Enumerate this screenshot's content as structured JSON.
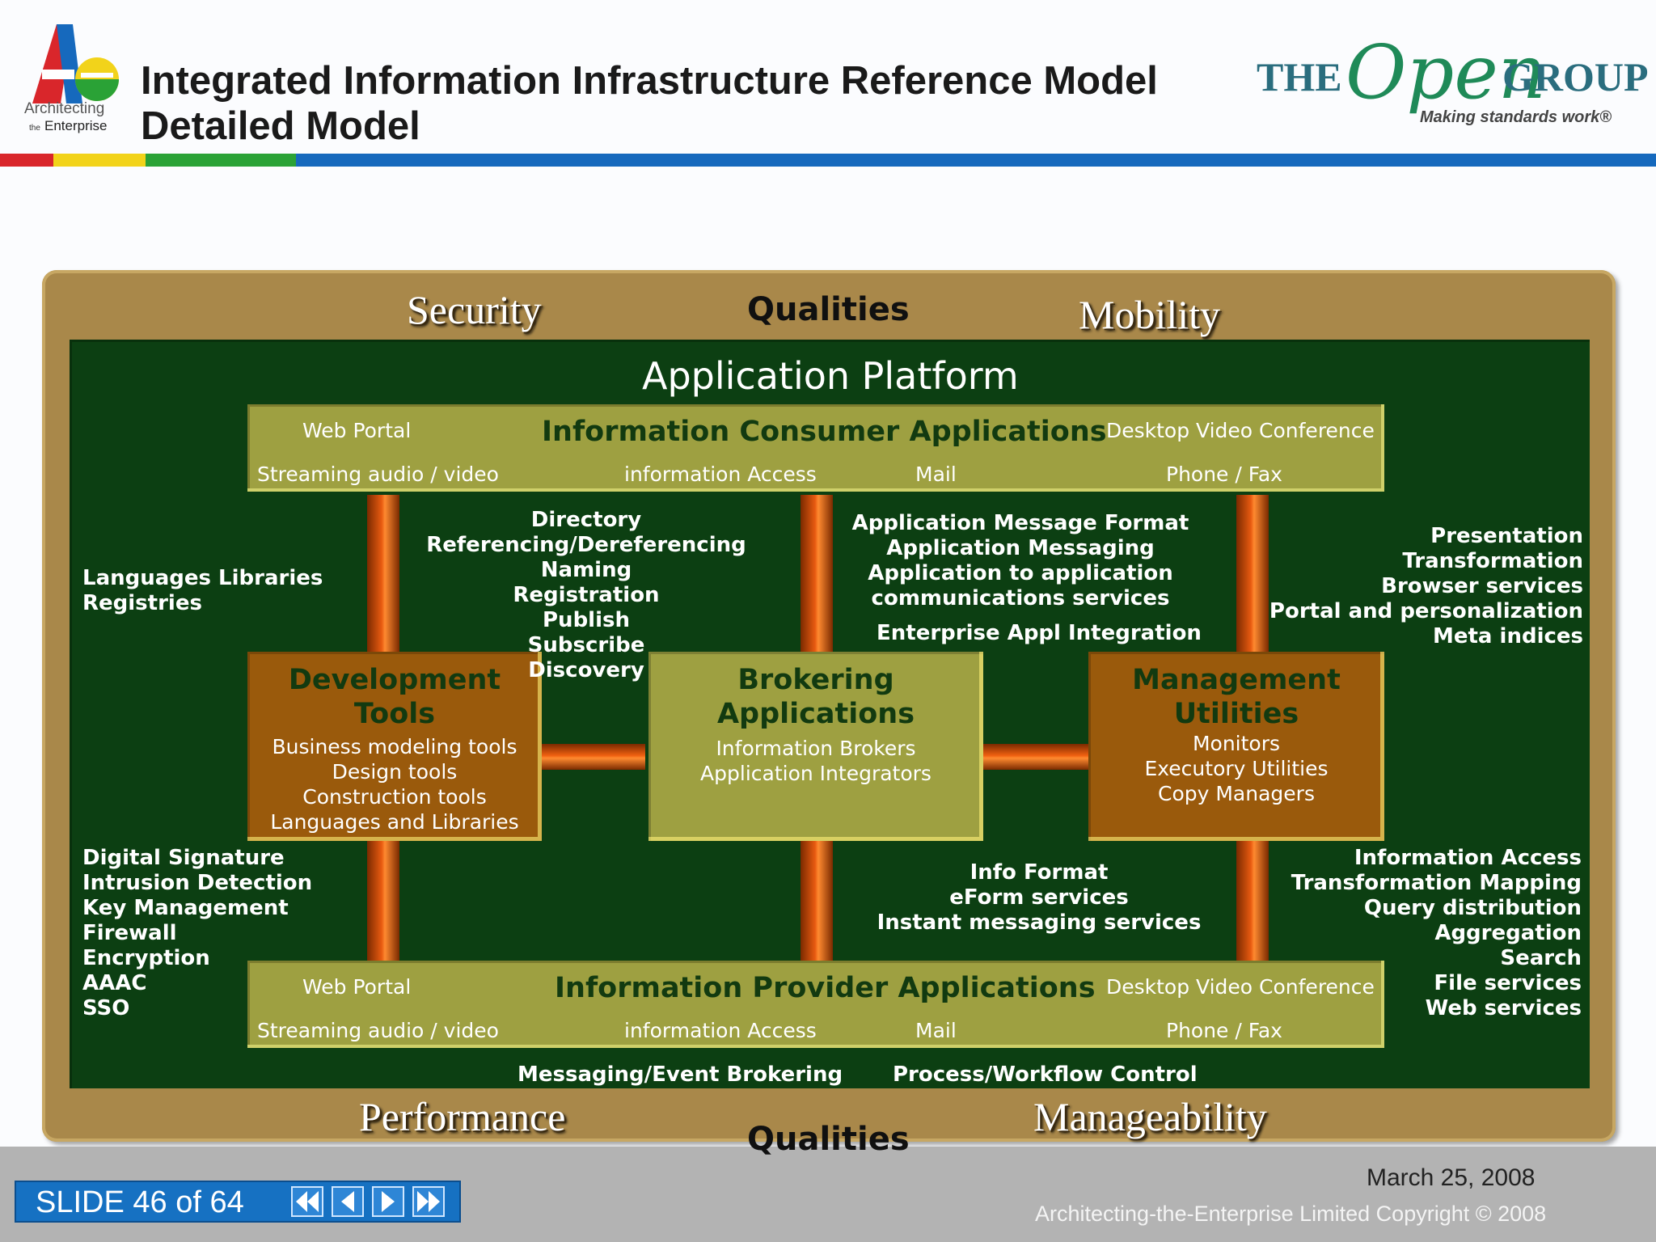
{
  "header": {
    "logo_text_line1": "Architecting",
    "logo_text_line2_small": "the",
    "logo_text_line2": "Enterprise",
    "title_line1": "Integrated Information Infrastructure Reference Model",
    "title_line2": "Detailed Model",
    "open_group_the": "THE",
    "open_group_open": "Open",
    "open_group_group": "GROUP",
    "open_group_tagline": "Making standards work®",
    "stripe_colors": [
      "#d9262b",
      "#f2d31a",
      "#2aa236",
      "#1669bd"
    ]
  },
  "qualities": {
    "top_left": "Security",
    "top_center": "Qualities",
    "top_right": "Mobility",
    "bottom_left": "Performance",
    "bottom_center": "Qualities",
    "bottom_right": "Manageability"
  },
  "platform_title": "Application Platform",
  "consumer_bar": {
    "title": "Information Consumer Applications",
    "item_tl": "Web Portal",
    "item_tr": "Desktop Video Conference",
    "item_b1": "Streaming audio / video",
    "item_b2": "information Access",
    "item_b3": "Mail",
    "item_b4": "Phone / Fax"
  },
  "provider_bar": {
    "title": "Information Provider Applications",
    "item_tl": "Web Portal",
    "item_tr": "Desktop Video Conference",
    "item_b1": "Streaming audio / video",
    "item_b2": "information Access",
    "item_b3": "Mail",
    "item_b4": "Phone / Fax"
  },
  "boxes": {
    "dev_tools": {
      "title": "Development\nTools",
      "items": "Business modeling tools\nDesign  tools\nConstruction tools\nLanguages and Libraries"
    },
    "brokering": {
      "title": "Brokering\nApplications",
      "items": "Information Brokers\nApplication Integrators"
    },
    "management": {
      "title": "Management\nUtilities",
      "items": "Monitors\nExecutory Utilities\nCopy Managers"
    }
  },
  "annotations": {
    "lang_lib": "Languages Libraries\nRegistries",
    "directory": "Directory\nReferencing/Dereferencing\nNaming\nRegistration\nPublish\nSubscribe\nDiscovery",
    "app_messaging": "Application Message Format\nApplication Messaging\nApplication to application\ncommunications services",
    "enterprise_integration": "Enterprise Appl Integration",
    "presentation": "Presentation\nTransformation\nBrowser services\nPortal and personalization\nMeta indices",
    "security_list": "Digital Signature\nIntrusion Detection\nKey Management\nFirewall\nEncryption\nAAAC\nSSO",
    "info_format": "Info Format\neForm services\nInstant messaging services",
    "info_access": "Information Access\nTransformation Mapping\nQuery distribution\nAggregation\nSearch\nFile services\nWeb services",
    "messaging_event": "Messaging/Event Brokering",
    "process_workflow": "Process/Workflow Control"
  },
  "colors": {
    "frame_tan": "#a9884a",
    "platform_green": "#0c3f12",
    "bar_olive": "#9ea041",
    "box_brown": "#9a5a0c",
    "connector_orange": "#e85a10"
  },
  "footer": {
    "slide_label": "SLIDE 46 of 64",
    "date": "March 25, 2008",
    "copyright": "Architecting-the-Enterprise Limited Copyright © 2008"
  }
}
